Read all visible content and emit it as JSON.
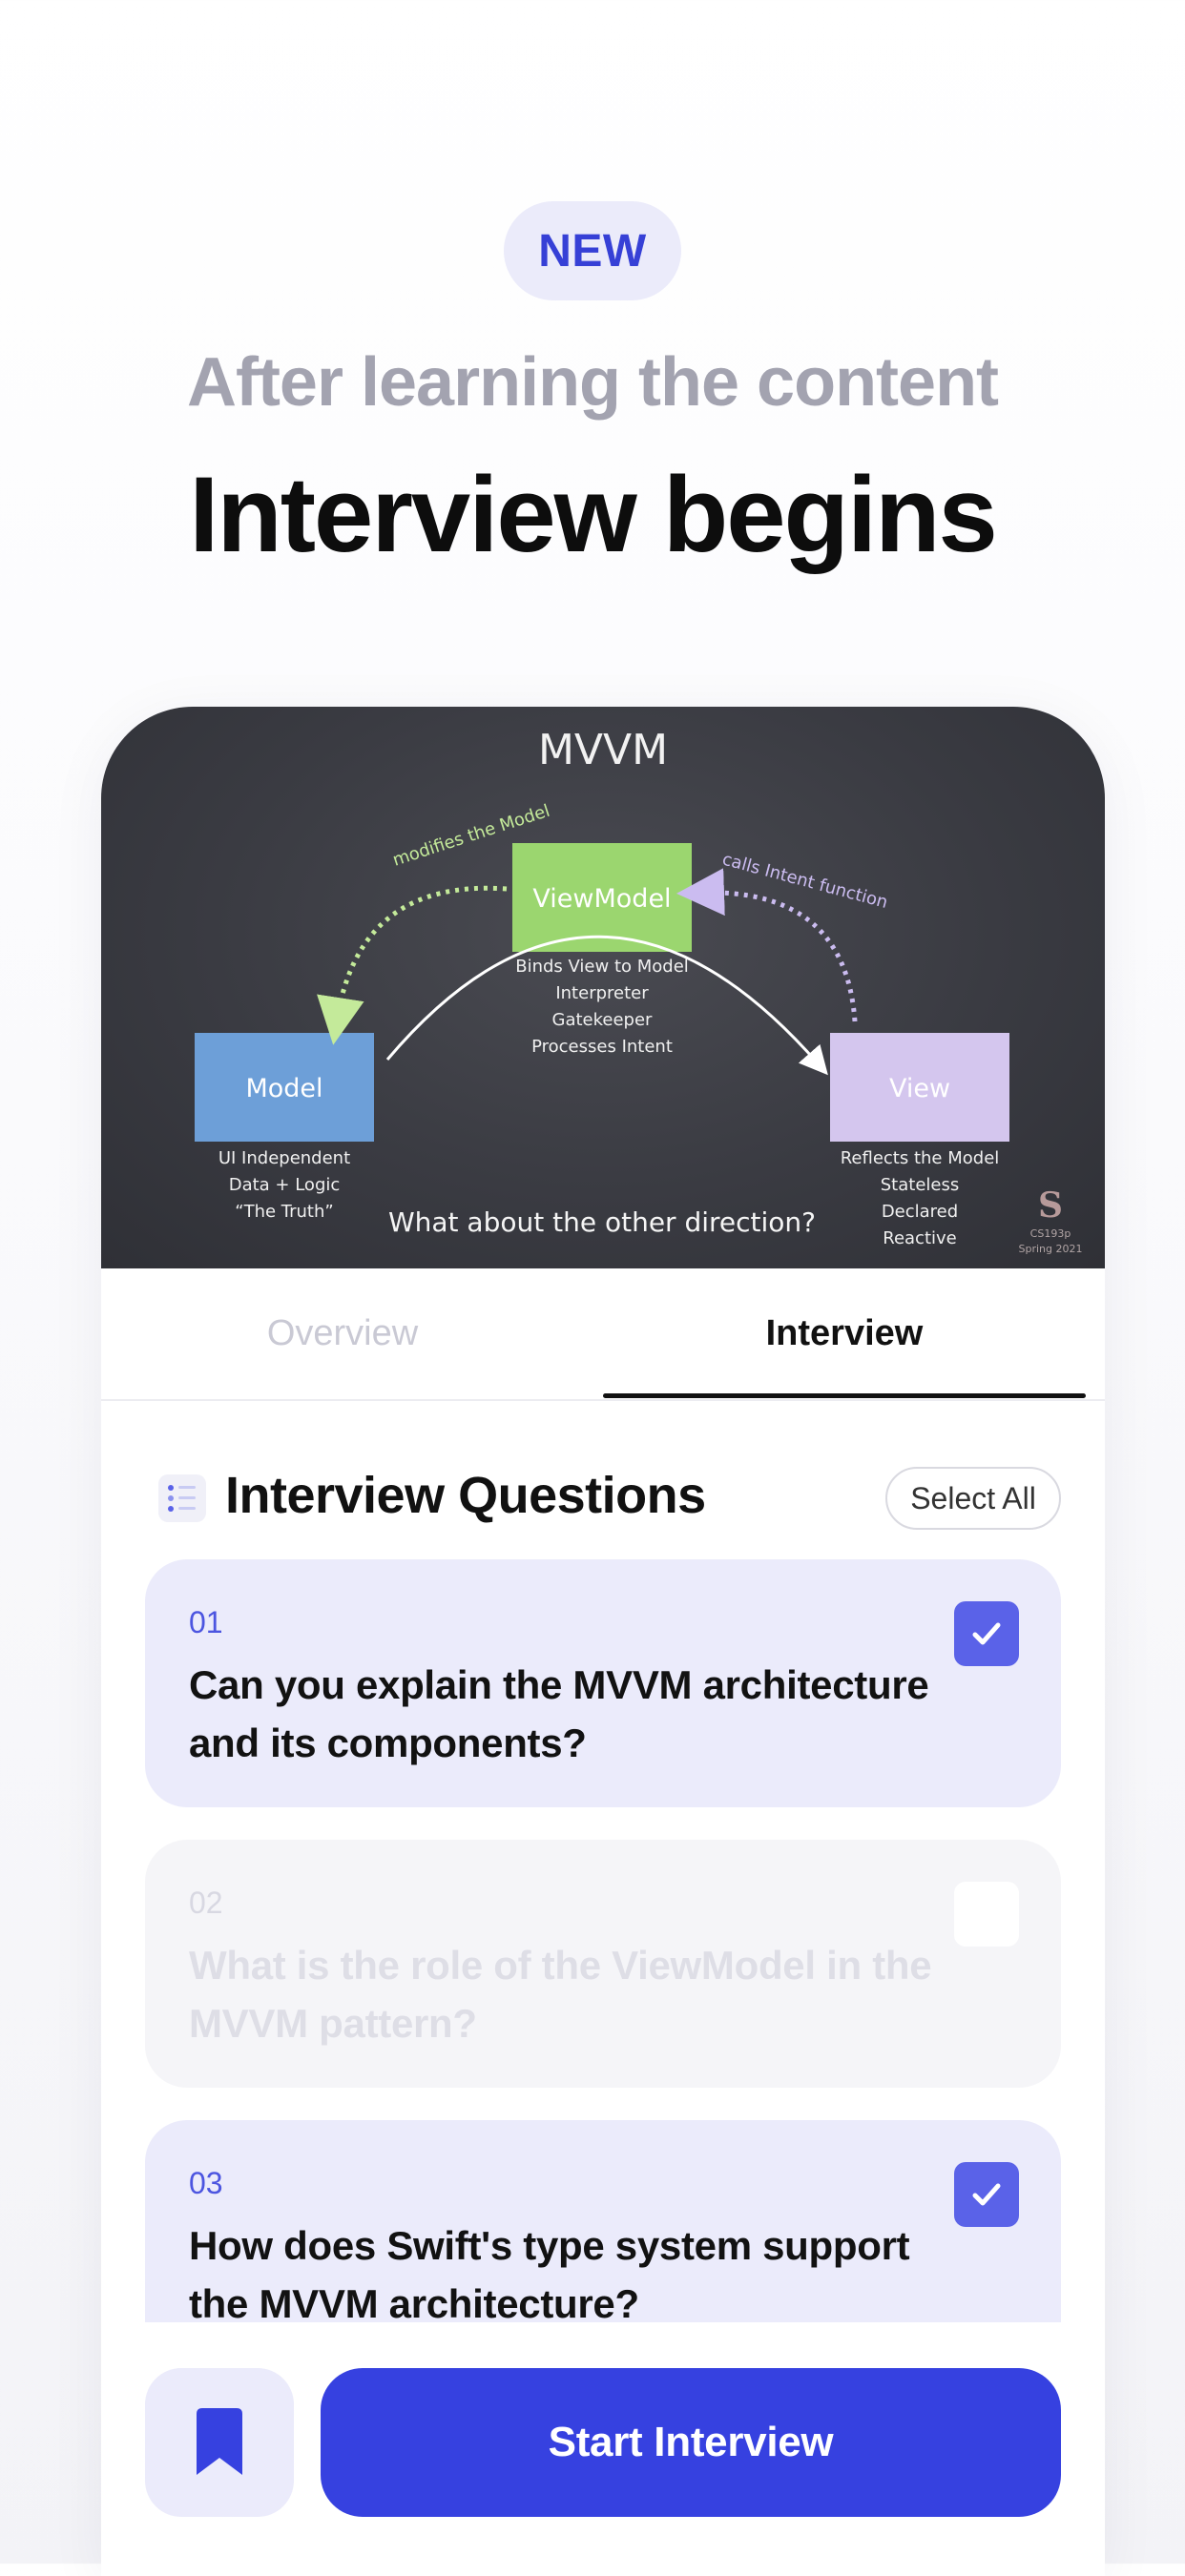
{
  "header": {
    "badge": "NEW",
    "subtitle": "After learning the content",
    "title": "Interview begins"
  },
  "video": {
    "slide_title": "MVVM",
    "viewmodel_label": "ViewModel",
    "viewmodel_notes": [
      "Binds View to Model",
      "Interpreter",
      "Gatekeeper",
      "Processes Intent"
    ],
    "model_label": "Model",
    "model_notes": [
      "UI Independent",
      "Data + Logic",
      "“The Truth”"
    ],
    "view_label": "View",
    "view_notes": [
      "Reflects the Model",
      "Stateless",
      "Declared",
      "Reactive"
    ],
    "arrow_left_label": "modifies the Model",
    "arrow_right_label": "calls Intent function",
    "question": "What about the other direction?",
    "watermark_course": "CS193p",
    "watermark_term": "Spring 2021",
    "colors": {
      "viewmodel": "#9bd66f",
      "model": "#6d9fd8",
      "view": "#d4c6ee"
    }
  },
  "tabs": [
    {
      "label": "Overview",
      "active": false
    },
    {
      "label": "Interview",
      "active": true
    }
  ],
  "section": {
    "icon": "list-icon",
    "title": "Interview Questions",
    "select_all": "Select All"
  },
  "questions": [
    {
      "number": "01",
      "text": "Can you explain the MVVM architecture and its components?",
      "selected": true
    },
    {
      "number": "02",
      "text": "What is the role of the ViewModel in the MVVM pattern?",
      "selected": false
    },
    {
      "number": "03",
      "text": "How does Swift's type system support the MVVM architecture?",
      "selected": true
    }
  ],
  "actions": {
    "bookmark_icon": "bookmark-icon",
    "start_label": "Start Interview"
  },
  "colors": {
    "accent": "#3641e0",
    "selected_card": "#ebebfb",
    "checkbox": "#5a62e8"
  }
}
